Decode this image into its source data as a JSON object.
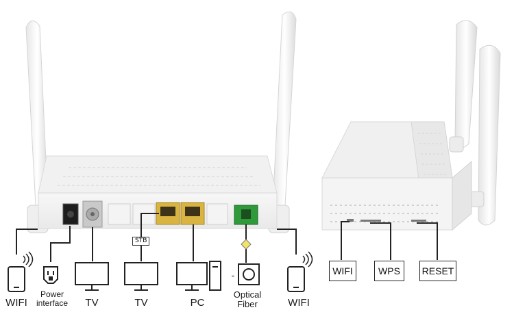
{
  "back_panel": {
    "labels": {
      "wifi_left": "WIFI",
      "power_line1": "Power",
      "power_line2": "interface",
      "tv1": "TV",
      "tv2": "TV",
      "pc": "PC",
      "optical_line1": "Optical",
      "optical_line2": "Fiber",
      "wifi_right": "WIFI",
      "stb": "STB",
      "dash": "-"
    }
  },
  "side_panel": {
    "buttons": [
      "WIFI",
      "WPS",
      "RESET"
    ]
  },
  "colors": {
    "router_body": "#f3f3f3",
    "lan_port": "#d9b441",
    "pon_port": "#2f9a3a",
    "fiber_diamond": "#f2e36b",
    "lines": "#222222"
  }
}
